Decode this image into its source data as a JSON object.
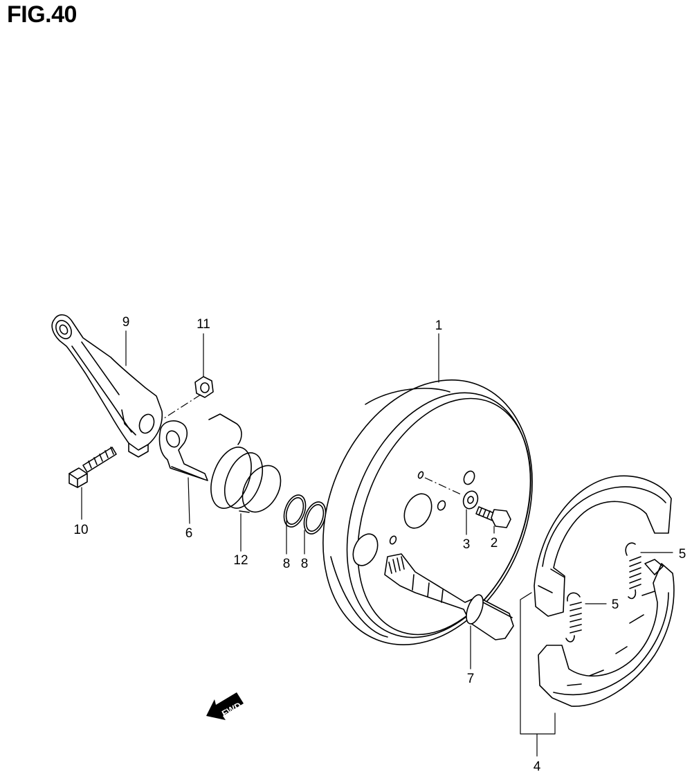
{
  "figure": {
    "title": "FIG.40"
  },
  "callouts": {
    "c1": "1",
    "c2": "2",
    "c3": "3",
    "c4": "4",
    "c5a": "5",
    "c5b": "5",
    "c6": "6",
    "c7": "7",
    "c8a": "8",
    "c8b": "8",
    "c9": "9",
    "c10": "10",
    "c11": "11",
    "c12": "12"
  },
  "direction_indicator": {
    "label": "FWD"
  }
}
